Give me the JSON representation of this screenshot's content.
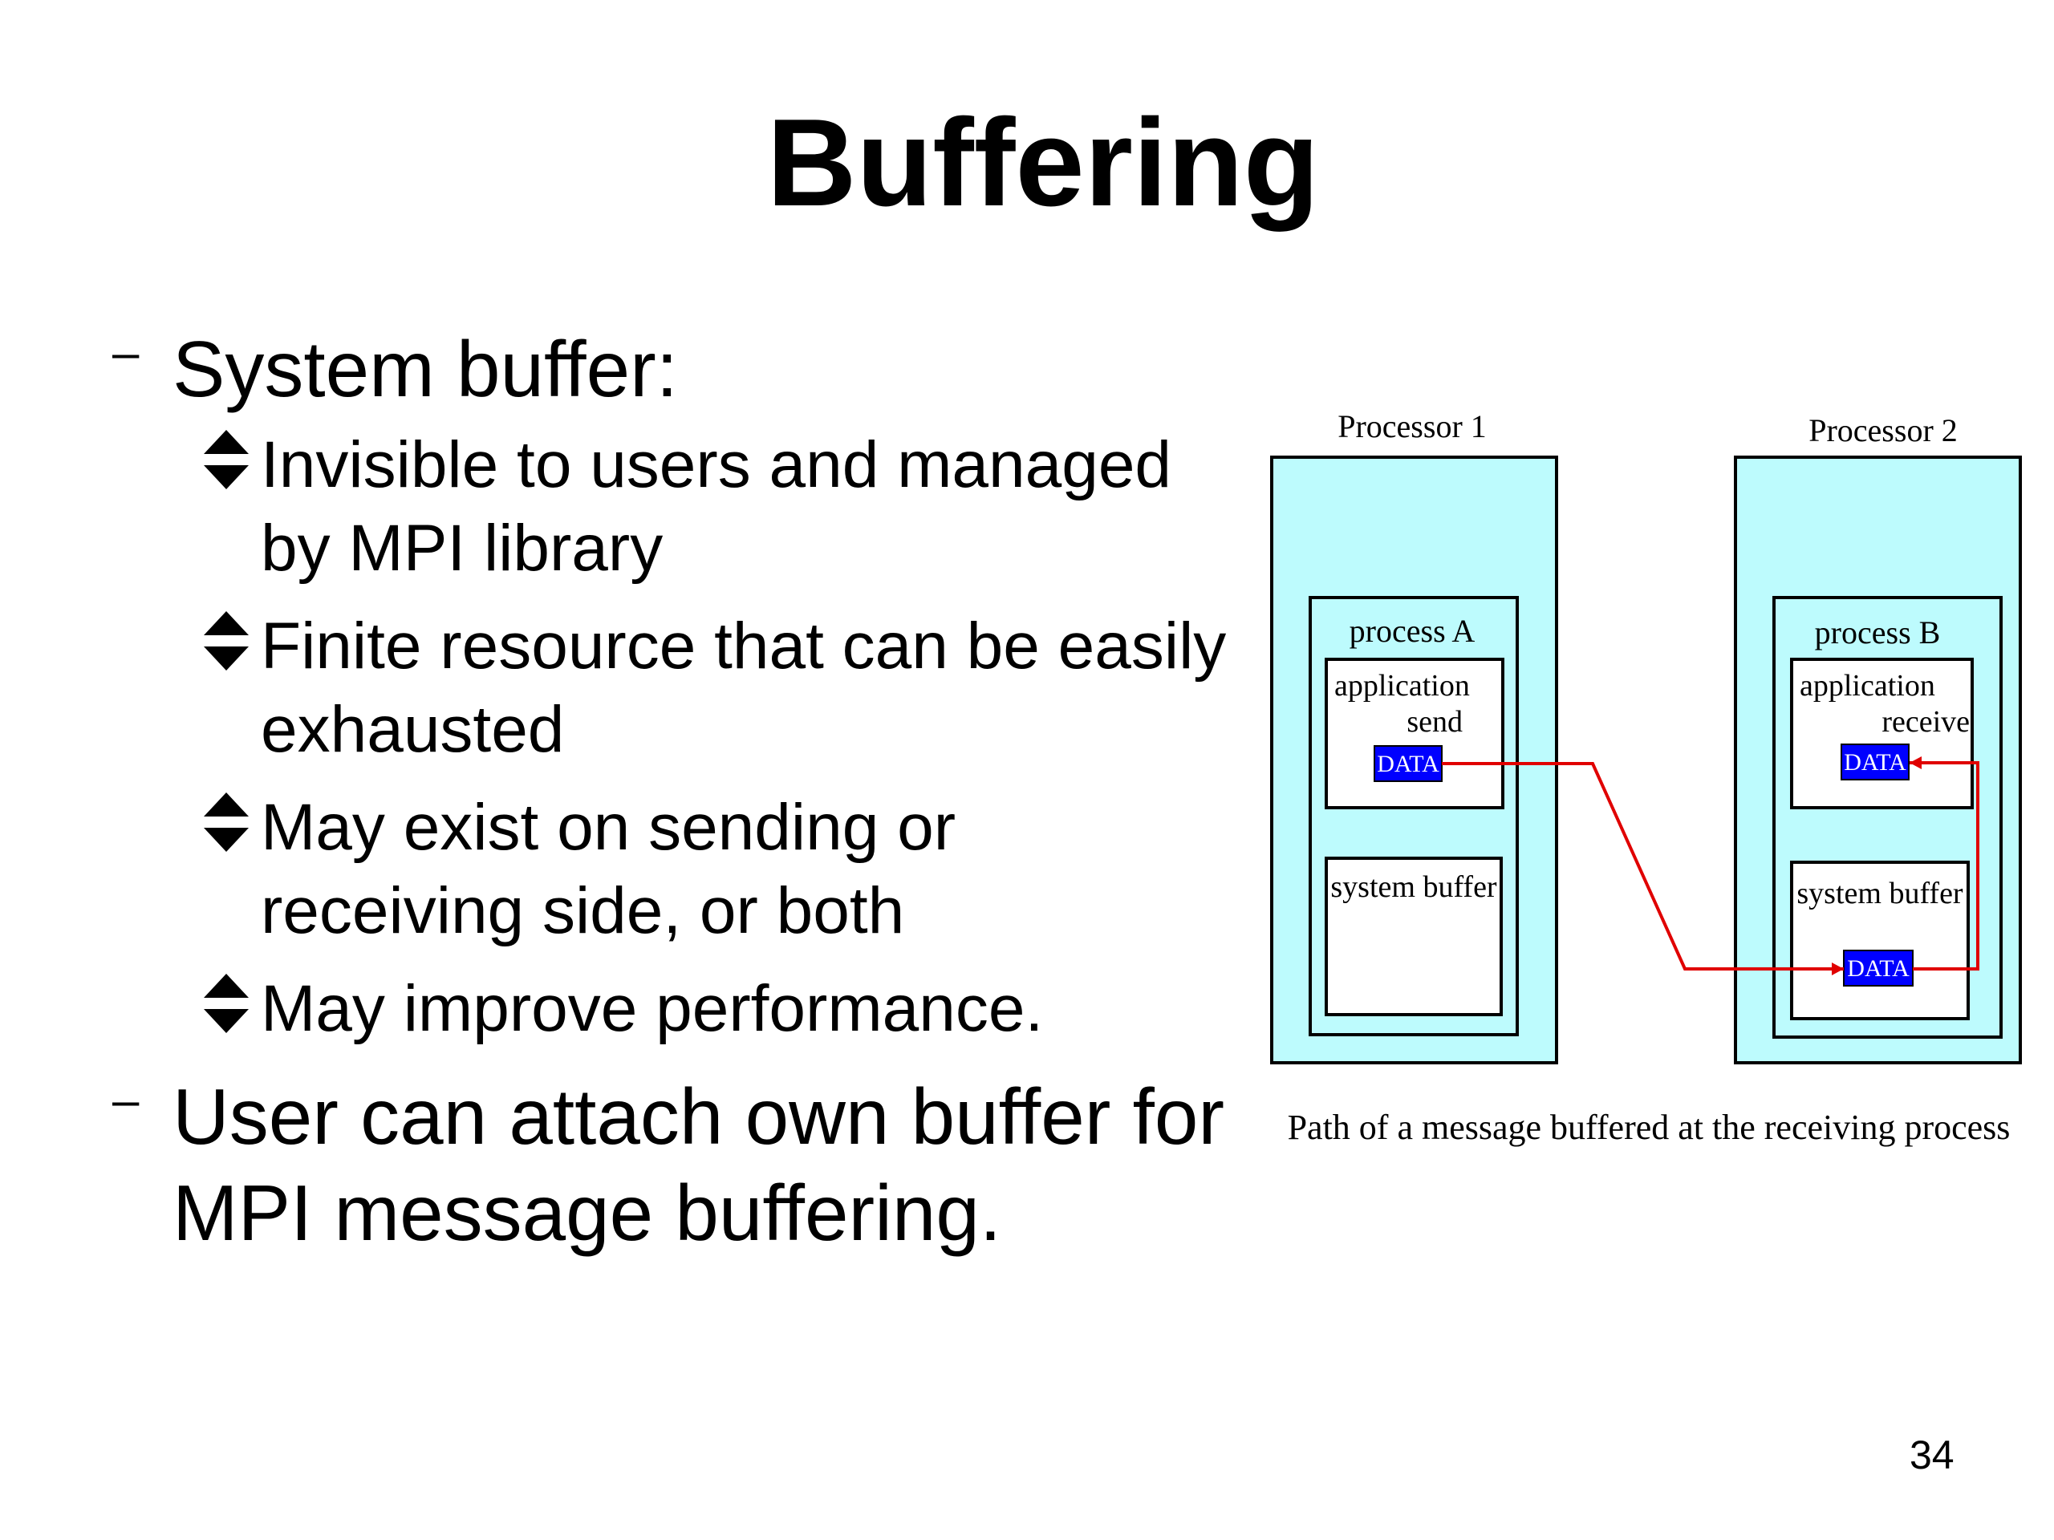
{
  "slide": {
    "title": "Buffering",
    "page_number": "34"
  },
  "bullets": [
    {
      "text": "System buffer:",
      "subitems": [
        "Invisible to users and managed by MPI library",
        "Finite resource that can be easily exhausted",
        "May exist on sending or receiving side, or both",
        "May improve performance."
      ]
    },
    {
      "text": "User can attach own buffer for MPI message buffering."
    }
  ],
  "figure": {
    "processor1_label": "Processor 1",
    "processor2_label": "Processor 2",
    "processA_label": "process A",
    "processB_label": "process B",
    "app_send_line1": "application",
    "app_send_line2": "send",
    "app_recv_line1": "application",
    "app_recv_line2": "receive",
    "sysbuf_label_1": "system buffer",
    "sysbuf_label_2": "system buffer",
    "data_label": "DATA",
    "caption": "Path of a message buffered at the receiving process",
    "colors": {
      "processor_fill": "#bdfbfd",
      "data_fill": "#0000ff",
      "arrow": "#e00000"
    }
  }
}
